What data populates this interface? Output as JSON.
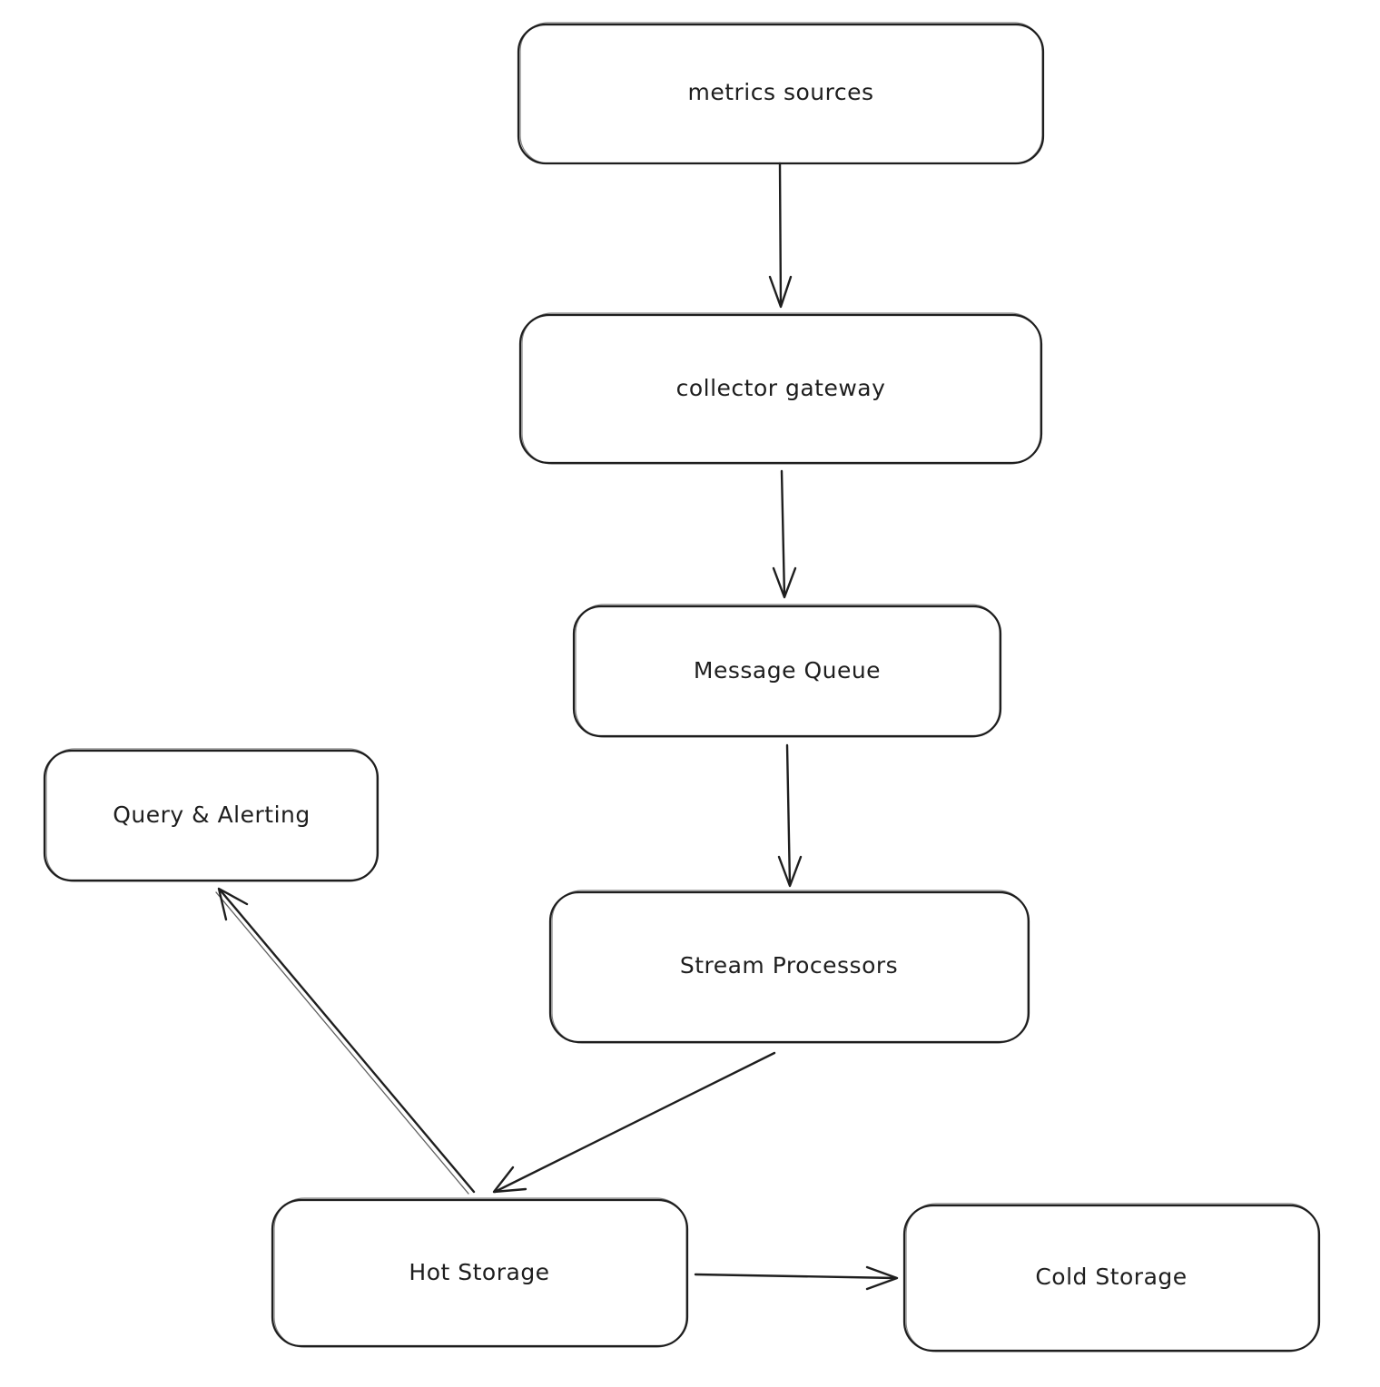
{
  "nodes": {
    "metrics_sources": {
      "label": "metrics sources"
    },
    "collector_gateway": {
      "label": "collector gateway"
    },
    "message_queue": {
      "label": "Message Queue"
    },
    "stream_processors": {
      "label": "Stream Processors"
    },
    "query_alerting": {
      "label": "Query & Alerting"
    },
    "hot_storage": {
      "label": "Hot Storage"
    },
    "cold_storage": {
      "label": "Cold Storage"
    }
  },
  "edges": [
    {
      "from": "metrics_sources",
      "to": "collector_gateway"
    },
    {
      "from": "collector_gateway",
      "to": "message_queue"
    },
    {
      "from": "message_queue",
      "to": "stream_processors"
    },
    {
      "from": "stream_processors",
      "to": "hot_storage"
    },
    {
      "from": "hot_storage",
      "to": "query_alerting"
    },
    {
      "from": "hot_storage",
      "to": "cold_storage"
    }
  ],
  "colors": {
    "stroke": "#1e1e1e",
    "background": "#ffffff"
  }
}
